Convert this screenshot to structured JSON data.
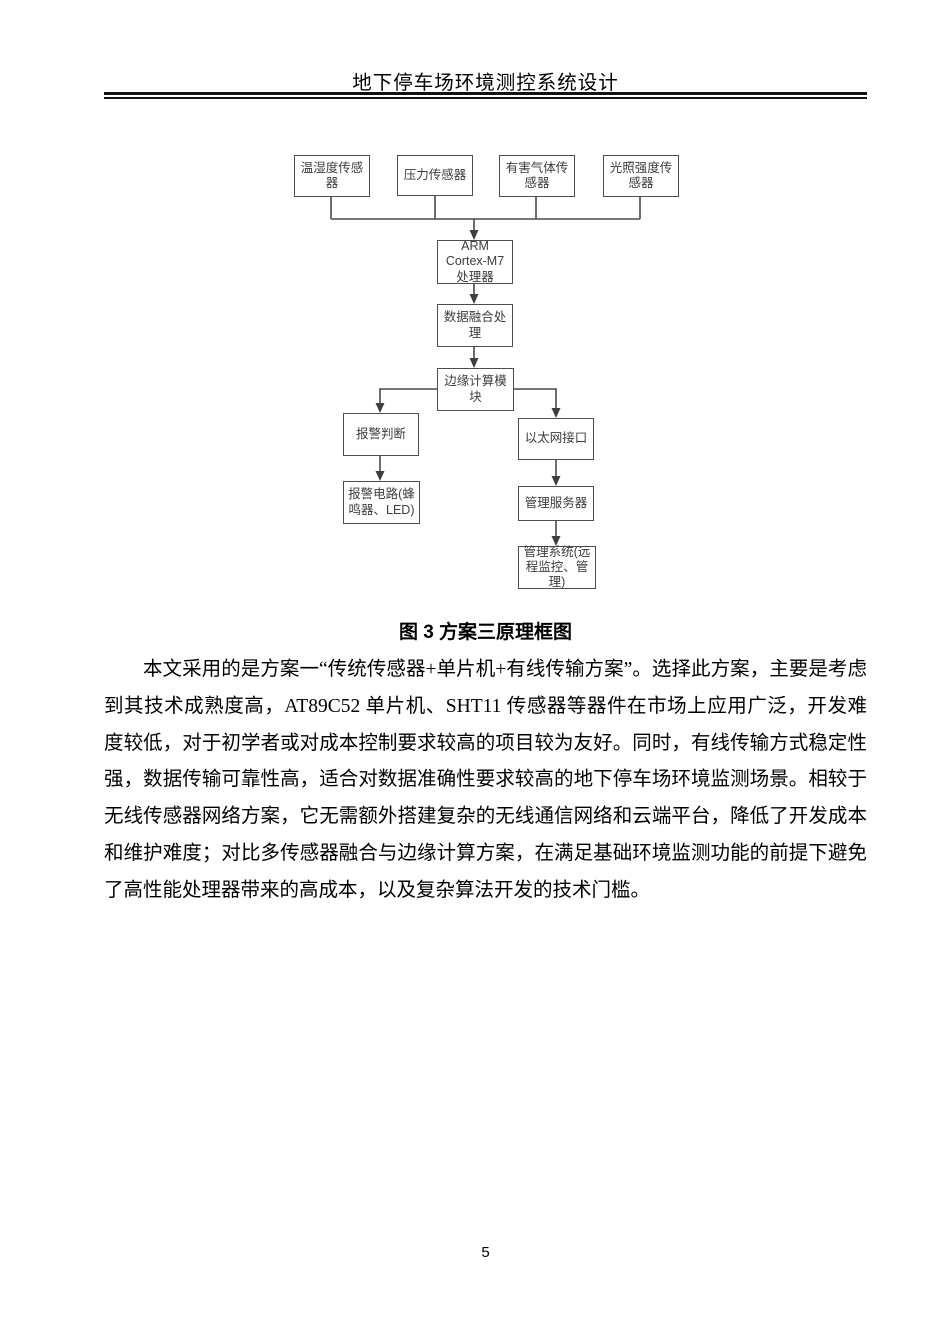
{
  "header": {
    "title": "地下停车场环境测控系统设计"
  },
  "figure": {
    "caption": "图 3 方案三原理框图",
    "diagram": {
      "boxes": [
        {
          "name": "temp-humidity-sensor",
          "label": "温湿度传感\n器"
        },
        {
          "name": "pressure-sensor",
          "label": "压力传感器"
        },
        {
          "name": "harmful-gas-sensor",
          "label": "有害气体传\n感器"
        },
        {
          "name": "light-intensity-sensor",
          "label": "光照强度传\n感器"
        },
        {
          "name": "arm-processor",
          "label": "ARM\nCortex-M7\n处理器"
        },
        {
          "name": "data-fusion",
          "label": "数据融合处\n理"
        },
        {
          "name": "edge-computing",
          "label": "边缘计算模\n块"
        },
        {
          "name": "alarm-judgment",
          "label": "报警判断"
        },
        {
          "name": "ethernet-interface",
          "label": "以太网接口"
        },
        {
          "name": "alarm-circuit",
          "label": "报警电路(蜂\n鸣器、LED)"
        },
        {
          "name": "management-server",
          "label": "管理服务器"
        },
        {
          "name": "management-system",
          "label": "管理系统(远\n程监控、管\n理)"
        }
      ],
      "edges": [
        {
          "from": "temp-humidity-sensor",
          "to": "arm-processor"
        },
        {
          "from": "pressure-sensor",
          "to": "arm-processor"
        },
        {
          "from": "harmful-gas-sensor",
          "to": "arm-processor"
        },
        {
          "from": "light-intensity-sensor",
          "to": "arm-processor"
        },
        {
          "from": "arm-processor",
          "to": "data-fusion"
        },
        {
          "from": "data-fusion",
          "to": "edge-computing"
        },
        {
          "from": "edge-computing",
          "to": "alarm-judgment"
        },
        {
          "from": "edge-computing",
          "to": "ethernet-interface"
        },
        {
          "from": "alarm-judgment",
          "to": "alarm-circuit"
        },
        {
          "from": "ethernet-interface",
          "to": "management-server"
        },
        {
          "from": "management-server",
          "to": "management-system"
        }
      ]
    }
  },
  "body": {
    "paragraph": "本文采用的是方案一“传统传感器+单片机+有线传输方案”。选择此方案，主要是考虑到其技术成熟度高，AT89C52 单片机、SHT11 传感器等器件在市场上应用广泛，开发难度较低，对于初学者或对成本控制要求较高的项目较为友好。同时，有线传输方式稳定性强，数据传输可靠性高，适合对数据准确性要求较高的地下停车场环境监测场景。相较于无线传感器网络方案，它无需额外搭建复杂的无线通信网络和云端平台，降低了开发成本和维护难度；对比多传感器融合与边缘计算方案，在满足基础环境监测功能的前提下避免了高性能处理器带来的高成本，以及复杂算法开发的技术门槛。"
  },
  "footer": {
    "page_number": "5"
  },
  "colors": {
    "diagram_line": "#4a4a4a",
    "diagram_text": "#3d3d3d",
    "rule": "#111111"
  }
}
